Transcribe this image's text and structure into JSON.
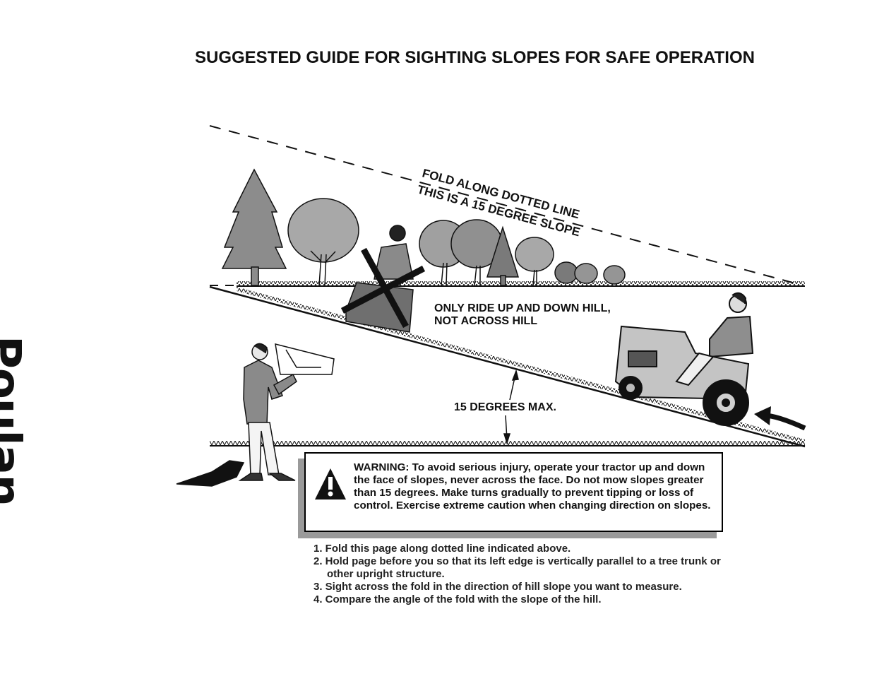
{
  "title": "SUGGESTED GUIDE FOR SIGHTING SLOPES FOR SAFE OPERATION",
  "brand": "Poulan",
  "diagram": {
    "fold_label_1": "FOLD ALONG DOTTED LINE",
    "fold_label_2": "THIS IS A 15 DEGREE SLOPE",
    "ride_label_1": "ONLY RIDE UP AND DOWN HILL,",
    "ride_label_2": "NOT ACROSS HILL",
    "angle_label": "15 DEGREES MAX."
  },
  "warning": {
    "text": "WARNING: To avoid serious injury, operate your tractor up and down the face of slopes, never across the face. Do not mow slopes greater than 15 degrees. Make turns gradually to prevent tipping or loss of control. Exercise extreme caution when changing direction on slopes."
  },
  "instructions": [
    "1. Fold this page along dotted line indicated above.",
    "2. Hold page before you so that its left edge is vertically parallel to a tree trunk or other upright structure.",
    "3. Sight across the fold in the direction of hill slope you want to measure.",
    "4. Compare the angle of the fold with the slope of the hill."
  ],
  "colors": {
    "ink": "#111111",
    "tree_gray": "#8c8c8c",
    "shadow": "#9a9a9a"
  }
}
